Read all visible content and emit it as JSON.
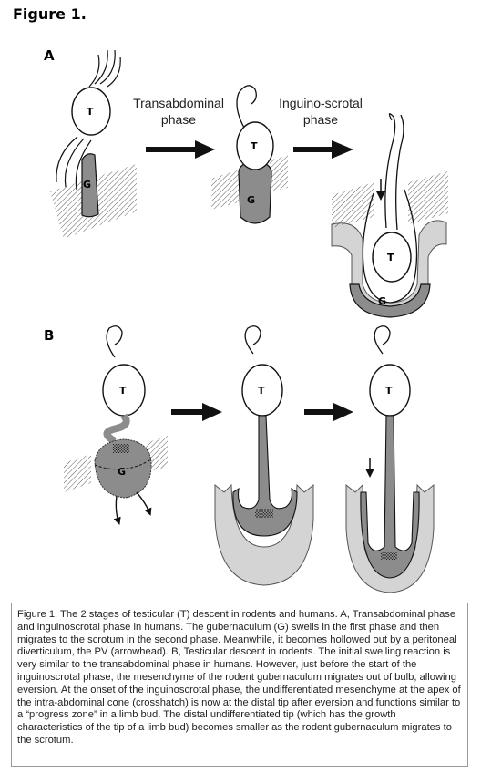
{
  "figure_title": "Figure 1.",
  "panels": {
    "a": {
      "label": "A",
      "arrow_1": {
        "line1": "Transabdominal",
        "line2": "phase"
      },
      "arrow_2": {
        "line1": "Inguino-scrotal",
        "line2": "phase"
      },
      "testis_label": "T",
      "gubernaculum_label": "G"
    },
    "b": {
      "label": "B",
      "testis_label": "T",
      "gubernaculum_label": "G"
    }
  },
  "colors": {
    "gubernaculum": "#8c8c8c",
    "peritoneum": "#d4d4d4",
    "outline": "#111111"
  },
  "caption": "Figure 1. The 2 stages of testicular (T) descent in rodents and humans. A, Transabdominal phase and inguinoscrotal phase in humans. The gubernaculum (G) swells in the first phase and then migrates to the scrotum in the second phase. Meanwhile, it becomes hollowed out by a peritoneal diverticulum, the PV (arrowhead). B, Testicular descent in rodents. The initial swelling reaction is very similar to the transabdominal phase in humans. However, just before the start of the inguinoscrotal phase, the mesenchyme of the rodent gubernaculum migrates out of bulb, allowing eversion. At the onset of the inguinoscrotal phase, the undifferentiated mesenchyme at the apex of the intra-abdominal cone (crosshatch) is now at the distal tip after eversion and functions similar to a “progress zone” in a limb bud. The distal undifferentiated tip (which has the growth characteristics of the tip of a limb bud) becomes smaller as the rodent gubernaculum migrates to the scrotum."
}
